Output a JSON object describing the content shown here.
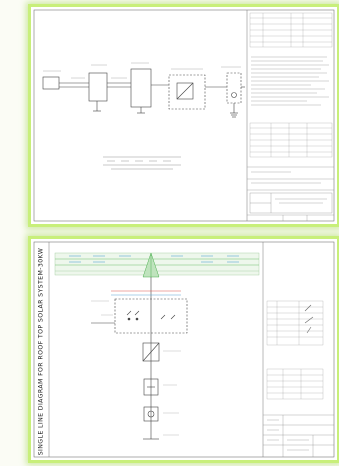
{
  "sheets": [
    {
      "name": "single-line-diagram-sheet-landscape"
    },
    {
      "name": "single-line-diagram-sheet-portrait",
      "title": "SINGLE LINE DIAGRAM FOR ROOF TOP SOLAR SYSTEM-30KW"
    }
  ],
  "colors": {
    "frame_glow": "#c8ef7a",
    "line": "#444444",
    "accent_green": "#6dbf6a",
    "accent_blue": "#5aa6d6",
    "accent_red": "#d9534f"
  }
}
